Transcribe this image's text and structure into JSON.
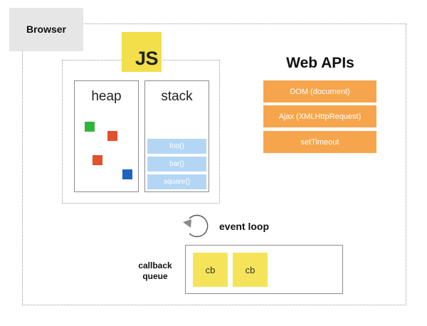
{
  "browser": {
    "label": "Browser"
  },
  "engine": {
    "logo": "JS",
    "heap": {
      "title": "heap",
      "objects": [
        {
          "color": "#31b43a"
        },
        {
          "color": "#e2512b"
        },
        {
          "color": "#e2512b"
        },
        {
          "color": "#1d63c0"
        }
      ]
    },
    "stack": {
      "title": "stack",
      "frames": [
        "foo()",
        "bar()",
        "square()"
      ]
    }
  },
  "web_apis": {
    "title": "Web APIs",
    "items": [
      "DOM (document)",
      "Ajax (XMLHttpRequest)",
      "setTimeout"
    ]
  },
  "event_loop": {
    "label": "event loop"
  },
  "callback_queue": {
    "label_line1": "callback",
    "label_line2": "queue",
    "items": [
      "cb",
      "cb"
    ]
  },
  "colors": {
    "js_yellow": "#f2df4a",
    "api_orange": "#f6a54c",
    "stack_blue": "#b3d6f5",
    "cb_yellow": "#f5e45a"
  }
}
